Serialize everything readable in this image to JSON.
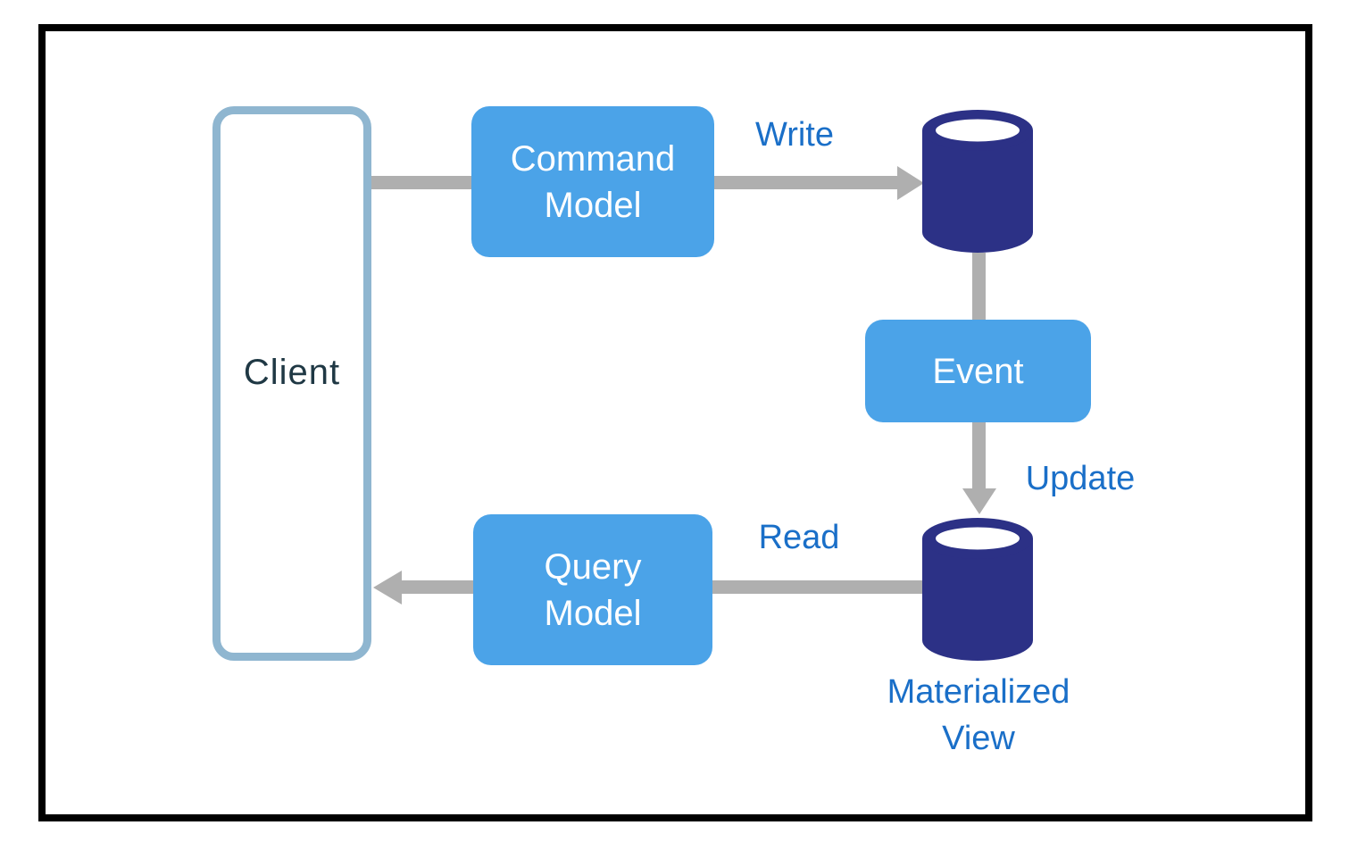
{
  "diagram": {
    "nodes": {
      "client": {
        "label": "Client"
      },
      "command_model": {
        "label": "Command\nModel"
      },
      "event": {
        "label": "Event"
      },
      "query_model": {
        "label": "Query\nModel"
      },
      "write_store_icon": "database-cylinder",
      "materialized_view_store_icon": "database-cylinder",
      "materialized_view": {
        "label": "Materialized\nView"
      }
    },
    "edges": {
      "write": {
        "label": "Write"
      },
      "update": {
        "label": "Update"
      },
      "read": {
        "label": "Read"
      }
    }
  },
  "colors": {
    "box_blue": "#4BA3E8",
    "db_navy": "#2C3186",
    "label_blue": "#1A6FC8",
    "client_border": "#8FB6D0",
    "client_text": "#1F3844",
    "arrow_gray": "#AFAFAF",
    "frame_black": "#000000"
  }
}
